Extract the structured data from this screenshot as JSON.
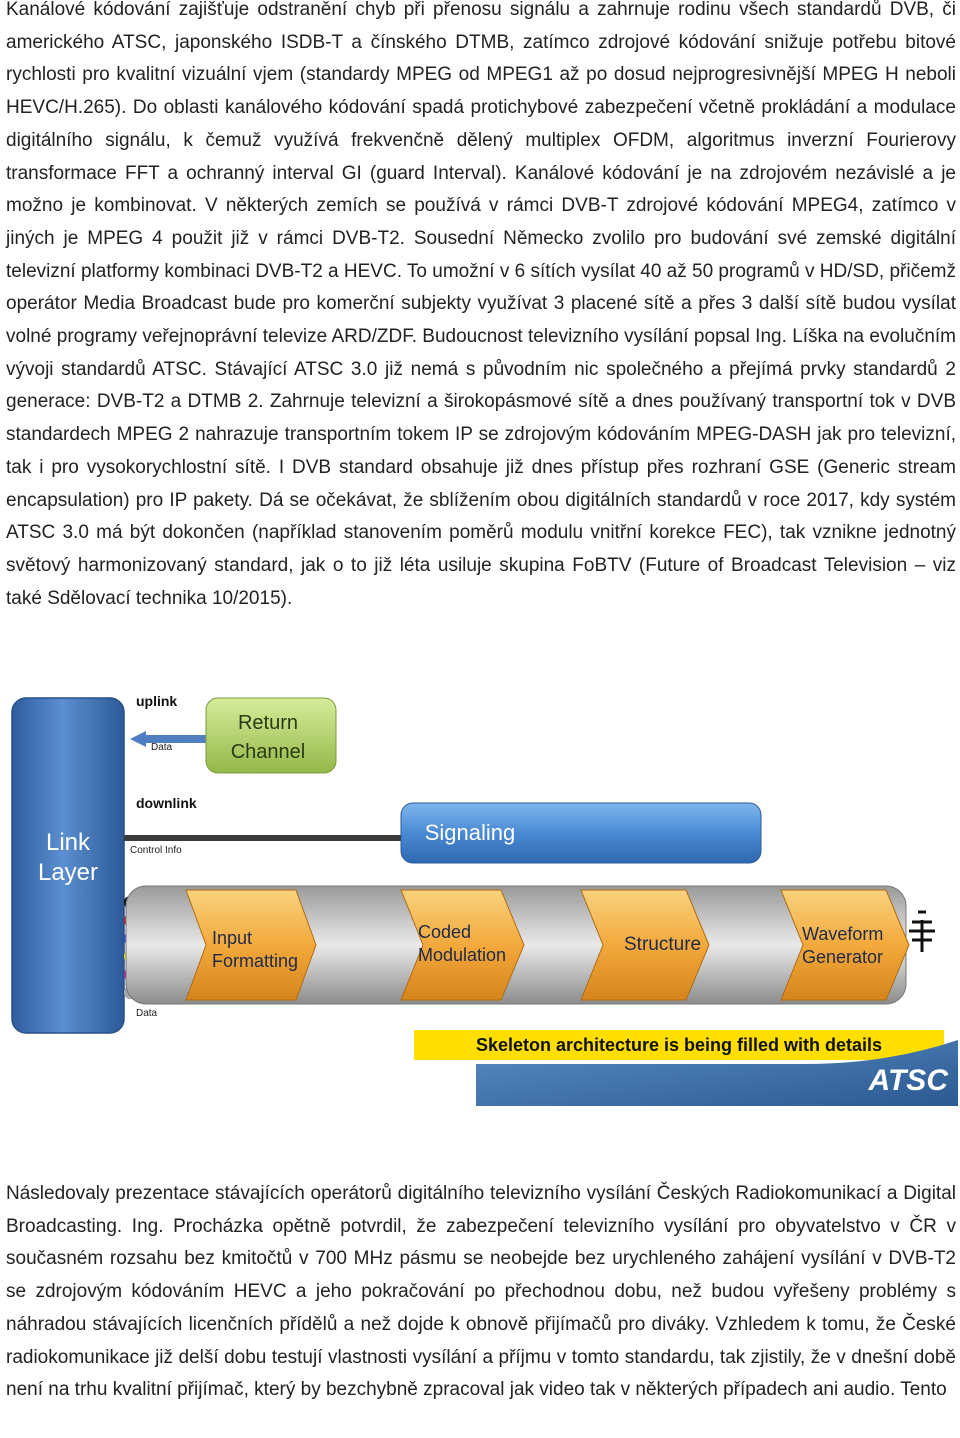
{
  "paragraph1": [
    "Kanálové kódování zajišťuje odstranění chyb při přenosu signálu a zahrnuje rodinu všech standardů DVB, či amerického ATSC, japonského ISDB-T a čínského DTMB, zatímco zdrojové kódování snižuje potřebu bitové rychlosti pro kvalitní vizuální vjem (standardy MPEG od MPEG1 až po dosud nejprogresivnější MPEG H neboli HEVC/H.265).",
    " Do oblasti kanálového kódování spadá protichybové zabezpečení včetně prokládání a modulace digitálního signálu, k čemuž využívá frekvenčně dělený multiplex OFDM, algoritmus inverzní Fourierovy transformace FFT a ochranný interval GI (guard Interval).",
    " Kanálové kódování je na zdrojovém nezávislé a je možno je kombinovat. V některých zemích se používá v rámci DVB-T zdrojové kódování MPEG4, zatímco v jiných je MPEG 4 použit již v rámci DVB-T2. Sousední Německo zvolilo pro budování své zemské digitální televizní platformy kombinaci DVB-T2 a HEVC. To umožní v 6 sítích vysílat 40 až 50 programů v HD/SD, přičemž operátor Media Broadcast bude pro komerční subjekty využívat 3 placené sítě a přes 3 další sítě budou vysílat volné programy veřejnoprávní televize ARD/ZDF. Budoucnost televizního vysílání popsal Ing. Líška na evolučním vývoji standardů ATSC. Stávající ATSC 3.0 již nemá s původním nic společného a přejímá prvky standardů 2 generace: DVB-T2 a DTMB 2. Zahrnuje televizní a širokopásmové sítě a dnes používaný transportní tok v DVB standardech MPEG 2 nahrazuje transportním tokem IP se zdrojovým kódováním MPEG-DASH jak pro televizní, tak i pro vysokorychlostní sítě. I DVB standard obsahuje již dnes přístup přes rozhraní GSE (Generic stream encapsulation) pro IP pakety. Dá se očekávat, že sblížením obou digitálních standardů v roce 2017, kdy systém ATSC 3.0 má být dokončen (například stanovením poměrů modulu vnitřní korekce FEC), tak vznikne jednotný světový harmonizovaný standard, jak o to již léta usiluje skupina FoBTV (Future of Broadcast Television – viz také Sdělovací technika 10/2015)."
  ],
  "figure": {
    "uplink": "uplink",
    "data_top": "Data",
    "return_channel_1": "Return",
    "return_channel_2": "Channel",
    "downlink": "downlink",
    "control_info": "Control Info",
    "link_layer_1": "Link",
    "link_layer_2": "Layer",
    "signaling": "Signaling",
    "input_formatting_1": "Input",
    "input_formatting_2": "Formatting",
    "coded_modulation_1": "Coded",
    "coded_modulation_2": "Modulation",
    "structure": "Structure",
    "waveform_generator_1": "Waveform",
    "waveform_generator_2": "Generator",
    "data_bottom": "Data",
    "banner": "Skeleton architecture is being filled with details",
    "logo": "ATSC",
    "colors": {
      "link_layer": "#3d6fb6",
      "return_channel": "#b5d36a",
      "signaling": "#4f8fd6",
      "processing_blocks": "#f2a93b",
      "banner_bg": "#ffdd00",
      "logo_bg": "#3e6fa6"
    }
  },
  "paragraph2": "Následovaly prezentace stávajících operátorů digitálního televizního vysílání Českých Radiokomunikací a Digital Broadcasting. Ing. Procházka opětně potvrdil, že zabezpečení televizního vysílání pro obyvatelstvo v ČR v současném rozsahu bez kmitočtů v 700 MHz pásmu se neobejde bez urychleného zahájení vysílání v DVB-T2 se zdrojovým kódováním HEVC a jeho pokračování po přechodnou dobu, než budou vyřešeny problémy s náhradou stávajících licenčních přídělů a než dojde k obnově přijímačů pro diváky. Vzhledem k tomu, že České radiokomunikace již delší dobu testují vlastnosti vysílání a příjmu v tomto standardu, tak zjistily, že v dnešní době není na trhu kvalitní přijímač, který by bezchybně zpracoval jak video tak v některých případech ani audio. Tento"
}
